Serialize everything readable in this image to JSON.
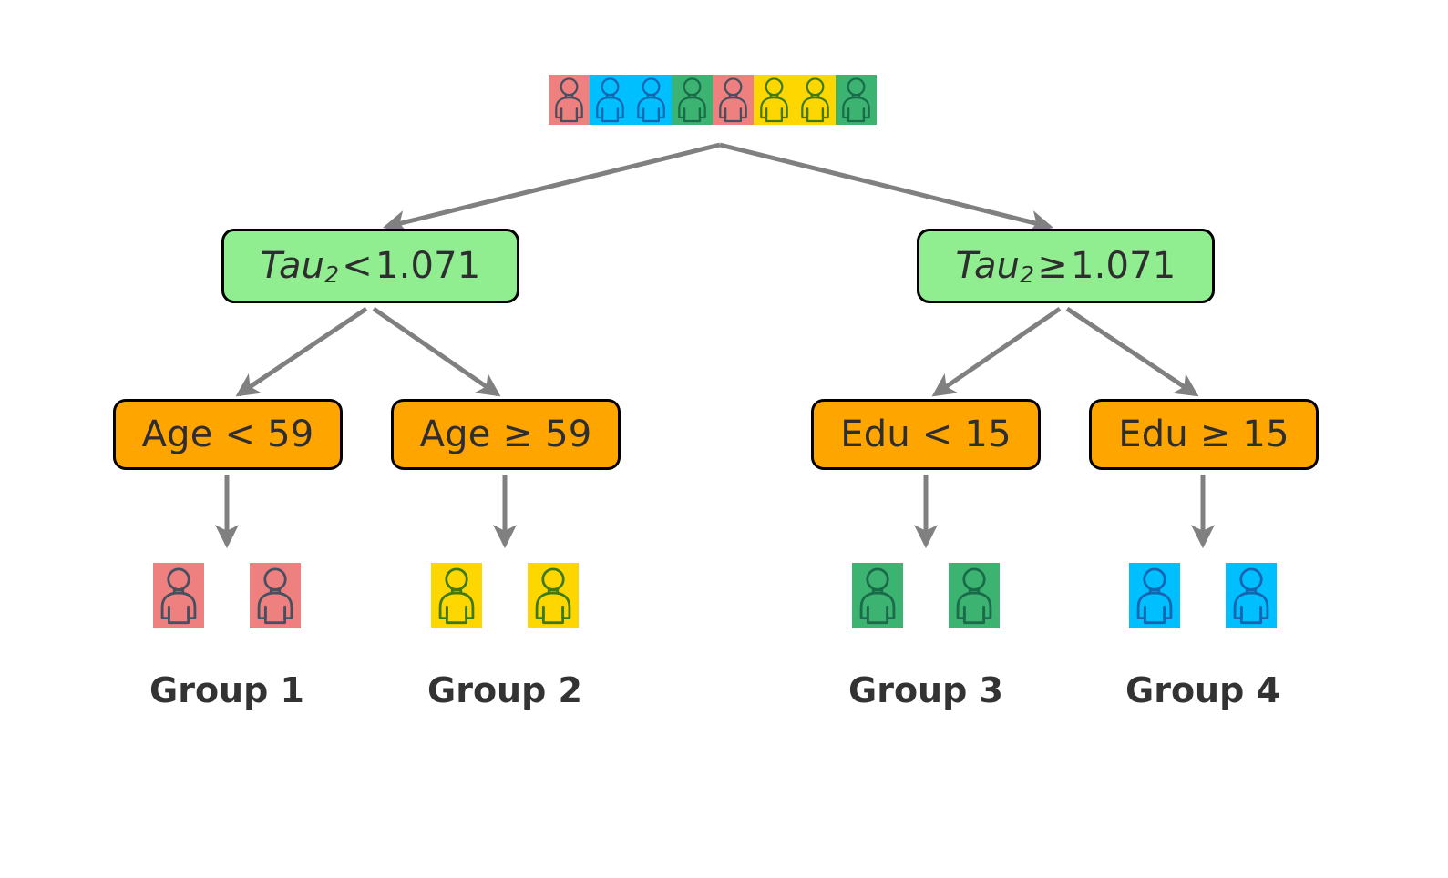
{
  "diagram": {
    "type": "decision-tree",
    "background": "#ffffff",
    "edge_color": "#808080",
    "node_border_color": "#000000",
    "text_color": "#2e2e2e"
  },
  "palette": {
    "red": "#ef8080",
    "red_outline": "#46505e",
    "blue": "#00bfff",
    "blue_outline": "#1565b0",
    "green": "#3cb371",
    "green_outline": "#1a6b4a",
    "yellow": "#ffd700",
    "yellow_outline": "#3f7a10",
    "node_green": "#90ee90",
    "node_orange": "#ffa500"
  },
  "root": {
    "name": "root-sample-strip",
    "people": [
      {
        "color_key": "red",
        "fill": "#ef8080",
        "outline": "#46505e"
      },
      {
        "color_key": "blue",
        "fill": "#00bfff",
        "outline": "#1565b0"
      },
      {
        "color_key": "blue",
        "fill": "#00bfff",
        "outline": "#1565b0"
      },
      {
        "color_key": "green",
        "fill": "#3cb371",
        "outline": "#1a6b4a"
      },
      {
        "color_key": "red",
        "fill": "#ef8080",
        "outline": "#46505e"
      },
      {
        "color_key": "yellow",
        "fill": "#ffd700",
        "outline": "#3f7a10"
      },
      {
        "color_key": "yellow",
        "fill": "#ffd700",
        "outline": "#3f7a10"
      },
      {
        "color_key": "green",
        "fill": "#3cb371",
        "outline": "#1a6b4a"
      }
    ]
  },
  "split_nodes": [
    {
      "id": "tau-lt",
      "variable": "Tau",
      "subscript": "2",
      "operator": "<",
      "threshold": "1.071",
      "full_text": "Tau2 < 1.071",
      "style": "green",
      "italic_variable": true
    },
    {
      "id": "tau-ge",
      "variable": "Tau",
      "subscript": "2",
      "operator": "≥",
      "threshold": "1.071",
      "full_text": "Tau2 ≥ 1.071",
      "style": "green",
      "italic_variable": true
    },
    {
      "id": "age-lt",
      "variable": "Age",
      "subscript": "",
      "operator": "<",
      "threshold": "59",
      "full_text": "Age < 59",
      "style": "orange",
      "italic_variable": false
    },
    {
      "id": "age-ge",
      "variable": "Age",
      "subscript": "",
      "operator": "≥",
      "threshold": "59",
      "full_text": "Age ≥ 59",
      "style": "orange",
      "italic_variable": false
    },
    {
      "id": "edu-lt",
      "variable": "Edu",
      "subscript": "",
      "operator": "<",
      "threshold": "15",
      "full_text": "Edu < 15",
      "style": "orange",
      "italic_variable": false
    },
    {
      "id": "edu-ge",
      "variable": "Edu",
      "subscript": "",
      "operator": "≥",
      "threshold": "15",
      "full_text": "Edu ≥ 15",
      "style": "orange",
      "italic_variable": false
    }
  ],
  "leaf_groups": [
    {
      "id": "group-1",
      "label": "Group 1",
      "count": 2,
      "fill": "#ef8080",
      "outline": "#46505e"
    },
    {
      "id": "group-2",
      "label": "Group 2",
      "count": 2,
      "fill": "#ffd700",
      "outline": "#3f7a10"
    },
    {
      "id": "group-3",
      "label": "Group 3",
      "count": 2,
      "fill": "#3cb371",
      "outline": "#1a6b4a"
    },
    {
      "id": "group-4",
      "label": "Group 4",
      "count": 2,
      "fill": "#00bfff",
      "outline": "#1565b0"
    }
  ]
}
